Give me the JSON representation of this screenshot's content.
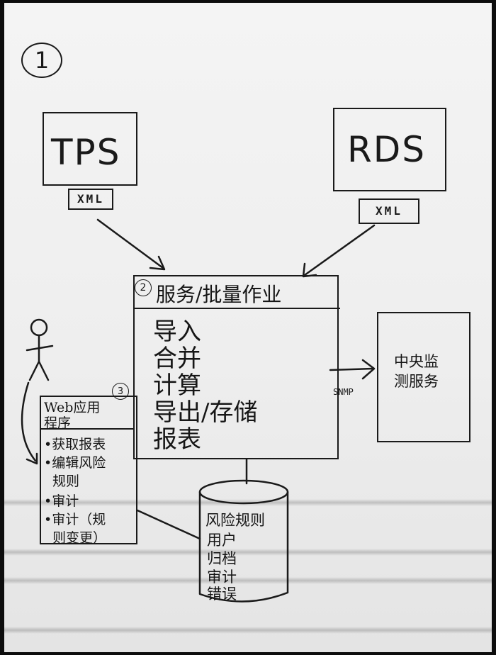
{
  "page_number": "1",
  "tps": {
    "label": "TPS",
    "format": "XML"
  },
  "rds": {
    "label": "RDS",
    "format": "XML"
  },
  "batch": {
    "number": "2",
    "title": "服务/批量作业",
    "items": [
      "导入",
      "合并",
      "计算",
      "导出/存储",
      "报表"
    ]
  },
  "monitor": {
    "lines": [
      "中央监",
      "测服务"
    ],
    "protocol": "SNMP"
  },
  "webapp": {
    "number": "3",
    "title_lines": [
      "Web应用",
      "程序"
    ],
    "items": [
      "•获取报表",
      "•编辑风险",
      "规则",
      "•审计",
      "•审计（规",
      "则变更）"
    ]
  },
  "database": {
    "items": [
      "风险规则",
      "用户",
      "归档",
      "审计",
      "错误"
    ]
  }
}
